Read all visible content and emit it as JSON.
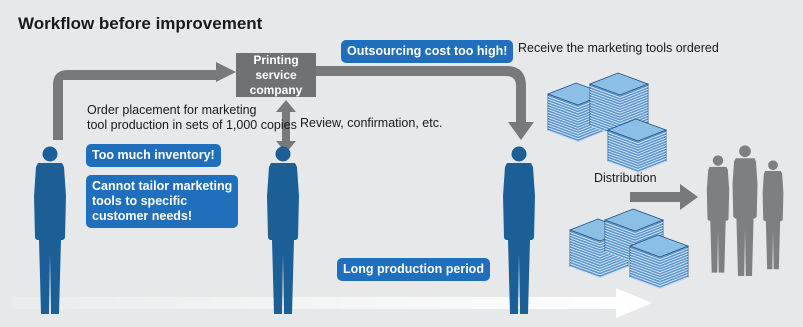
{
  "title": "Workflow before improvement",
  "nodes": {
    "printer_line1": "Printing service",
    "printer_line2": "company"
  },
  "labels": {
    "order_line1": "Order placement for marketing",
    "order_line2": "tool production in sets of 1,000 copies",
    "review": "Review, confirmation, etc.",
    "receive": "Receive the marketing tools ordered",
    "distribution": "Distribution"
  },
  "callouts": {
    "outsourcing": "Outsourcing cost too high!",
    "inventory": "Too much inventory!",
    "tailor_line1": "Cannot tailor marketing",
    "tailor_line2": "tools to specific",
    "tailor_line3": "customer needs!",
    "production": "Long production period"
  },
  "icons": [
    "person-icon",
    "document-stack-icon",
    "group-of-people-icon"
  ],
  "colors": {
    "background": "#e7e8e9",
    "callout": "#1f6fbd",
    "node": "#6e7275",
    "arrow": "#767a7d",
    "person": "#1b5f96",
    "group": "#7c8083",
    "paper": "#3f7fc0"
  }
}
